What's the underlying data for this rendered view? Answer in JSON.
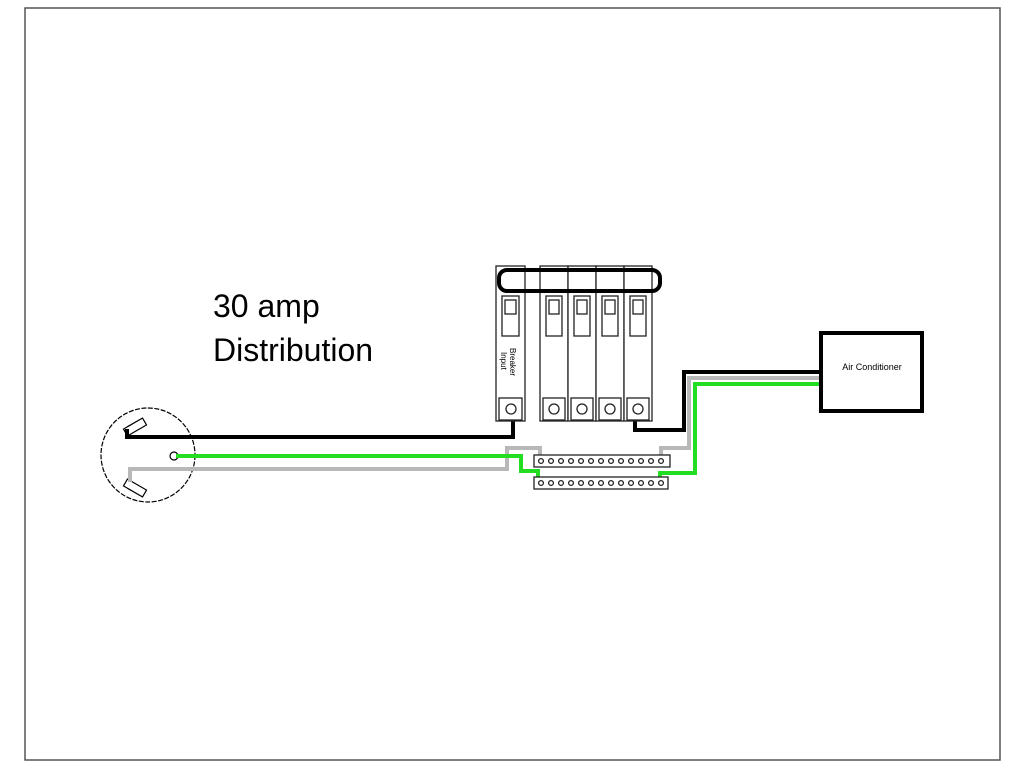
{
  "title": {
    "line1": "30 amp",
    "line2": "Distribution"
  },
  "labels": {
    "input_breaker_line1": "Input",
    "input_breaker_line2": "Breaker",
    "load": "Air Conditioner"
  },
  "colors": {
    "hot": "#000000",
    "neutral": "#b8b8b8",
    "ground": "#22dd22"
  },
  "breakers": {
    "branch_count": 4
  }
}
